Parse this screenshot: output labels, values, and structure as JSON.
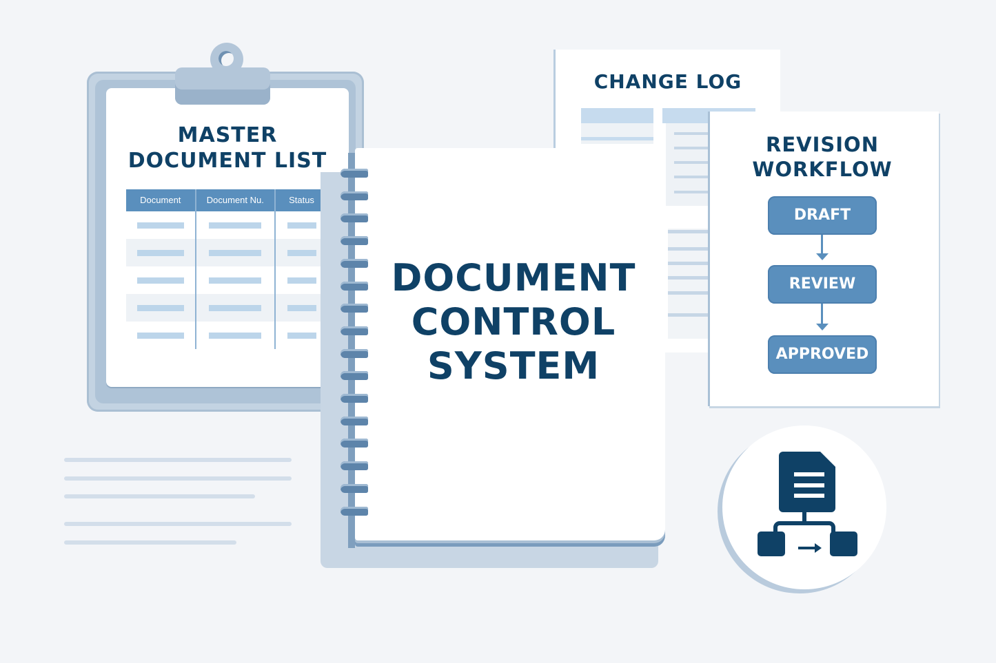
{
  "master_document_list": {
    "title_line1": "MASTER",
    "title_line2": "DOCUMENT LIST",
    "columns": [
      "Document",
      "Document Nu.",
      "Status"
    ],
    "row_count": 5
  },
  "notebook": {
    "title_line1": "DOCUMENT",
    "title_line2": "CONTROL",
    "title_line3": "SYSTEM"
  },
  "change_log": {
    "title": "CHANGE LOG"
  },
  "revision_workflow": {
    "title_line1": "REVISION",
    "title_line2": "WORKFLOW",
    "steps": [
      "DRAFT",
      "REVIEW",
      "APPROVED"
    ]
  },
  "icon": {
    "name": "document-workflow-icon"
  },
  "colors": {
    "navy": "#0f4166",
    "accent_blue": "#5a8fbd",
    "light_blue": "#bcd5ea",
    "background": "#f3f5f8"
  }
}
